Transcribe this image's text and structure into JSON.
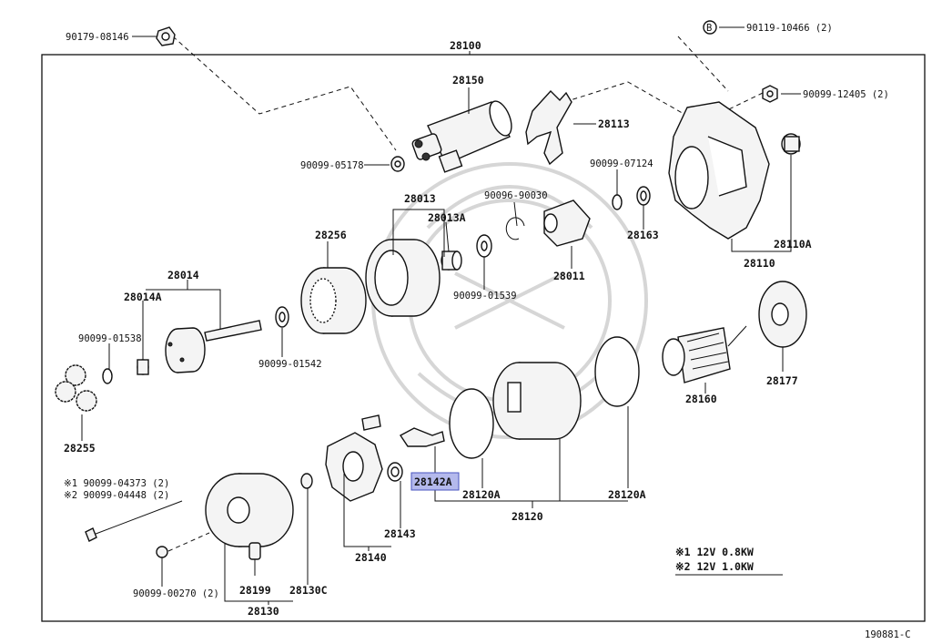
{
  "diagram": {
    "assembly_label": "28100",
    "figure_code": "190881-C",
    "highlight_color": "#b4b9ec",
    "labels": {
      "p90179_08146": "90179-08146",
      "pB": "B",
      "p90119_10466": "90119-10466 (2)",
      "p28150": "28150",
      "p28113": "28113",
      "p90099_12405": "90099-12405 (2)",
      "p90099_05178": "90099-05178",
      "p90099_07124": "90099-07124",
      "p28013": "28013",
      "p90096_90030": "90096-90030",
      "p28013A": "28013A",
      "p28256": "28256",
      "p28163": "28163",
      "p28110A": "28110A",
      "p28011": "28011",
      "p28110": "28110",
      "p28014": "28014",
      "p90099_01539": "90099-01539",
      "p28014A": "28014A",
      "p90099_01538": "90099-01538",
      "p90099_01542": "90099-01542",
      "p28160": "28160",
      "p28177": "28177",
      "p28255": "28255",
      "p28142A": "28142A",
      "p28120A_1": "28120A",
      "p28120A_2": "28120A",
      "p28120": "28120",
      "bolt1": "※1 90099-04373 (2)",
      "bolt2": "※2 90099-04448 (2)",
      "p28143": "28143",
      "p28140": "28140",
      "p90099_00270": "90099-00270 (2)",
      "p28199": "28199",
      "p28130C": "28130C",
      "p28130": "28130"
    },
    "notes": [
      "※1 12V 0.8KW",
      "※2 12V 1.0KW"
    ]
  }
}
